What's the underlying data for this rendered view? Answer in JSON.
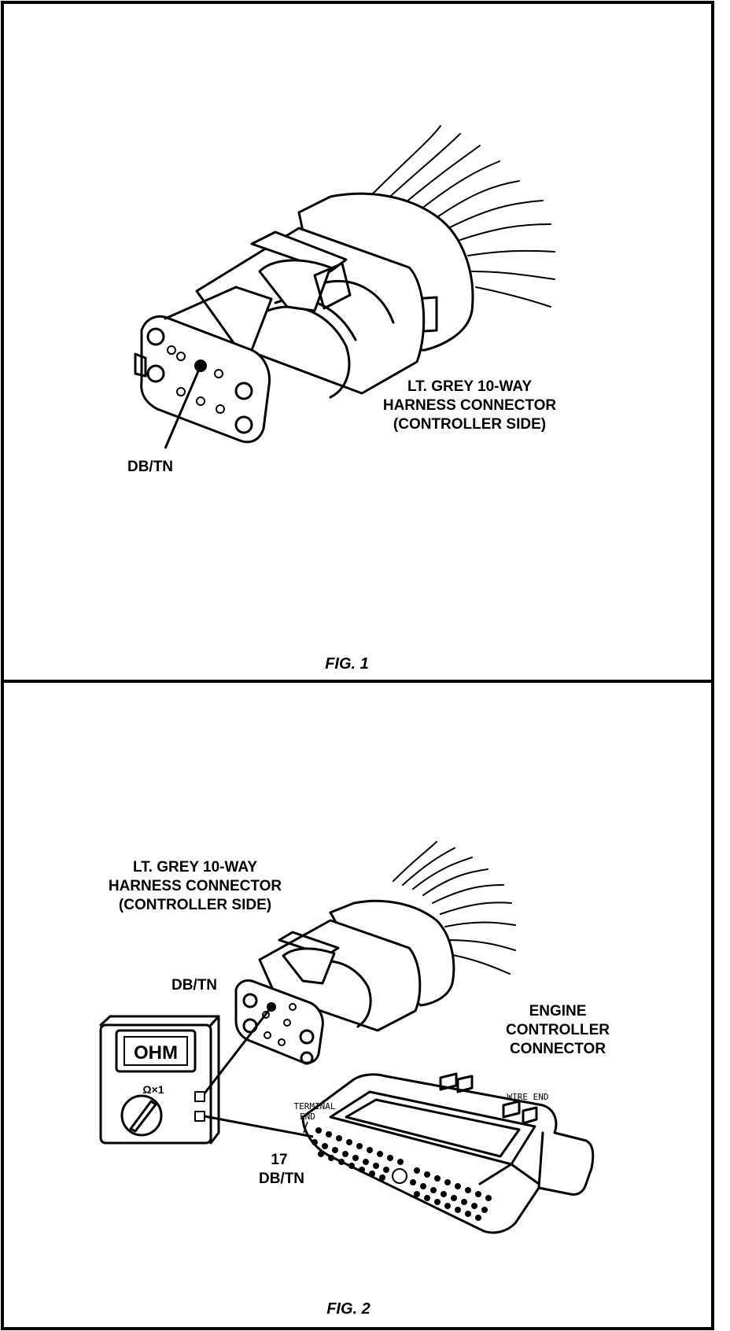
{
  "figure1": {
    "connector_label": [
      "LT. GREY 10-WAY",
      "HARNESS CONNECTOR",
      "(CONTROLLER SIDE)"
    ],
    "pin_label": "DB/TN",
    "caption": "FIG. 1"
  },
  "figure2": {
    "connector_label": [
      "LT. GREY 10-WAY",
      "HARNESS CONNECTOR",
      "(CONTROLLER SIDE)"
    ],
    "pin_label": "DB/TN",
    "ecm_label": [
      "ENGINE",
      "CONTROLLER",
      "CONNECTOR"
    ],
    "terminal_end": [
      "TERMINAL",
      "END"
    ],
    "wire_end": "WIRE END",
    "ecm_pin_number": "17",
    "ecm_pin_label": "DB/TN",
    "meter_display": "OHM",
    "meter_range": "Ω×1",
    "caption": "FIG. 2"
  },
  "colors": {
    "ink": "#000000",
    "paper": "#ffffff"
  }
}
